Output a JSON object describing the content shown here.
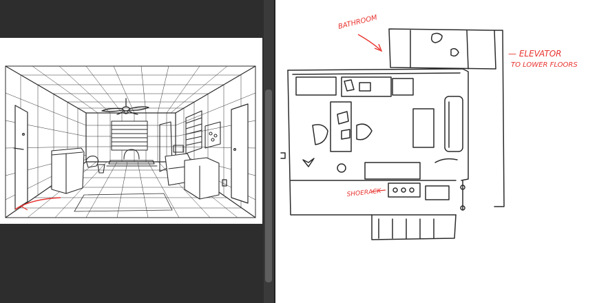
{
  "floorplan": {
    "annotations": {
      "bathroom": "BATHROOM",
      "elevator_line1": "— ELEVATOR",
      "elevator_line2": "TO LOWER FLOORS",
      "shoerack": "SHOERACK"
    }
  },
  "colors": {
    "workspace_background": "#2d2d2d",
    "canvas": "#ffffff",
    "sketch_ink": "#2a2a2a",
    "annotation_red": "#e8332e"
  }
}
